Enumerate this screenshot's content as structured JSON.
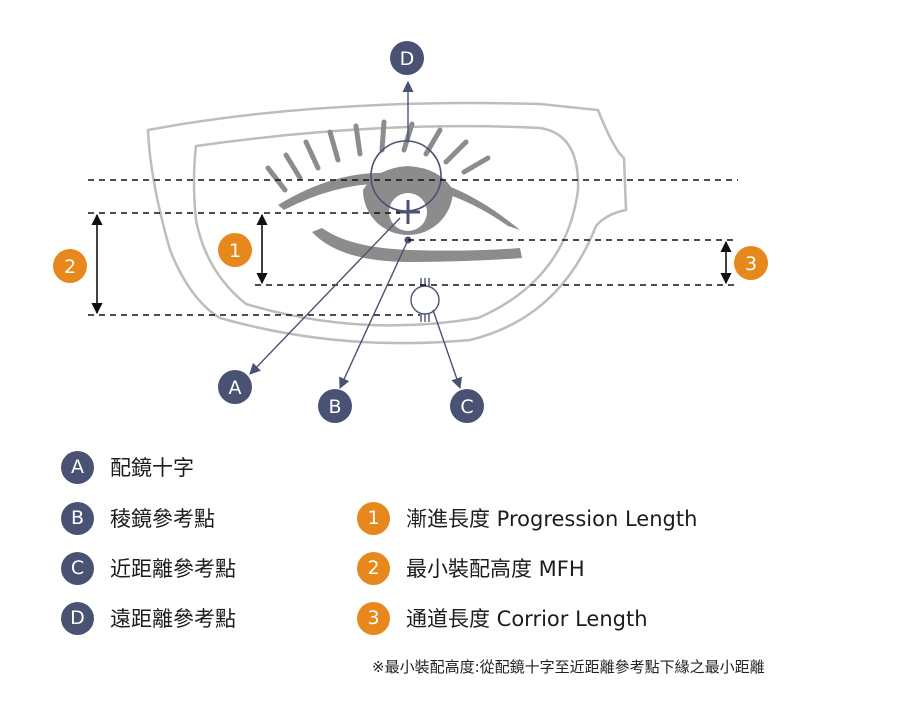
{
  "colors": {
    "navy": "#4a5273",
    "orange": "#e6881c",
    "frame": "#bdbdbd",
    "eye": "#8c8c8c"
  },
  "diagram": {
    "markers": {
      "A": "A",
      "B": "B",
      "C": "C",
      "D": "D",
      "one": "1",
      "two": "2",
      "three": "3"
    }
  },
  "legend": {
    "points": [
      {
        "key": "A",
        "label": "配鏡十字"
      },
      {
        "key": "B",
        "label": "稜鏡參考點"
      },
      {
        "key": "C",
        "label": "近距離參考點"
      },
      {
        "key": "D",
        "label": "遠距離參考點"
      }
    ],
    "measures": [
      {
        "key": "1",
        "label": "漸進長度 Progression Length"
      },
      {
        "key": "2",
        "label": "最小裝配高度 MFH"
      },
      {
        "key": "3",
        "label": "通道長度 Corrior Length"
      }
    ]
  },
  "note": "※最小裝配高度:從配鏡十字至近距離參考點下緣之最小距離"
}
